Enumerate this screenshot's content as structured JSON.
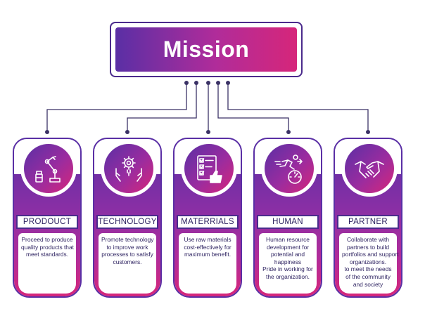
{
  "title": "Mission",
  "cards": [
    {
      "label": "PRODOUCT",
      "icon": "robot-arm-icon",
      "lines": [
        "Proceed to produce",
        "quality products that",
        "meet standards."
      ]
    },
    {
      "label": "TECHNOLOGY",
      "icon": "gear-hands-icon",
      "lines": [
        "Promote technology",
        "to improve work",
        "processes to satisfy",
        "customers."
      ]
    },
    {
      "label": "MATERRIALS",
      "icon": "checklist-thumbs-up-icon",
      "lines": [
        "Use raw materials",
        "cost-effectively for",
        "maximum benefit."
      ]
    },
    {
      "label": "HUMAN",
      "icon": "runner-speedometer-icon",
      "lines": [
        "Human resource",
        "development for",
        "potential and",
        "happiness",
        "Pride in working for",
        "the organization."
      ]
    },
    {
      "label": "PARTNER",
      "icon": "handshake-icon",
      "lines": [
        "Collaborate with",
        "partners to build",
        "portfolios and support",
        "organizations.",
        "to meet the needs",
        "of the community",
        "and society"
      ]
    }
  ],
  "colors": {
    "purple": "#5a2fa5",
    "magenta": "#b02c9a",
    "pink": "#d6267a",
    "navy": "#2a1f5e"
  }
}
